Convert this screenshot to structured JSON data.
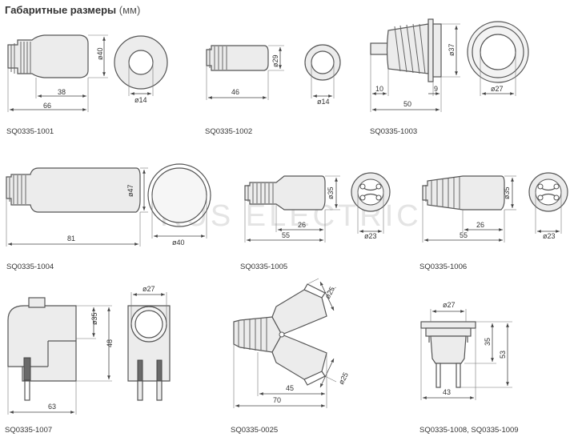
{
  "header": {
    "title": "Габаритные размеры",
    "unit": "(мм)"
  },
  "watermark": "RUS ELECTRIC",
  "products": [
    {
      "code": "SQ0335-1001",
      "dims": [
        "ø40",
        "38",
        "66",
        "ø14"
      ]
    },
    {
      "code": "SQ0335-1002",
      "dims": [
        "ø29",
        "46",
        "ø14"
      ]
    },
    {
      "code": "SQ0335-1003",
      "dims": [
        "ø37",
        "10",
        "9",
        "50",
        "ø27"
      ]
    },
    {
      "code": "SQ0335-1004",
      "dims": [
        "ø47",
        "81",
        "ø40"
      ]
    },
    {
      "code": "SQ0335-1005",
      "dims": [
        "ø35",
        "26",
        "55",
        "ø23"
      ]
    },
    {
      "code": "SQ0335-1006",
      "dims": [
        "ø35",
        "26",
        "55",
        "ø23"
      ]
    },
    {
      "code": "SQ0335-1007",
      "dims": [
        "ø35",
        "48",
        "63",
        "ø27"
      ]
    },
    {
      "code": "SQ0335-0025",
      "dims": [
        "ø25",
        "45",
        "70",
        "ø25"
      ]
    },
    {
      "code": "SQ0335-1008, SQ0335-1009",
      "dims": [
        "ø27",
        "35",
        "53",
        "43"
      ]
    }
  ]
}
